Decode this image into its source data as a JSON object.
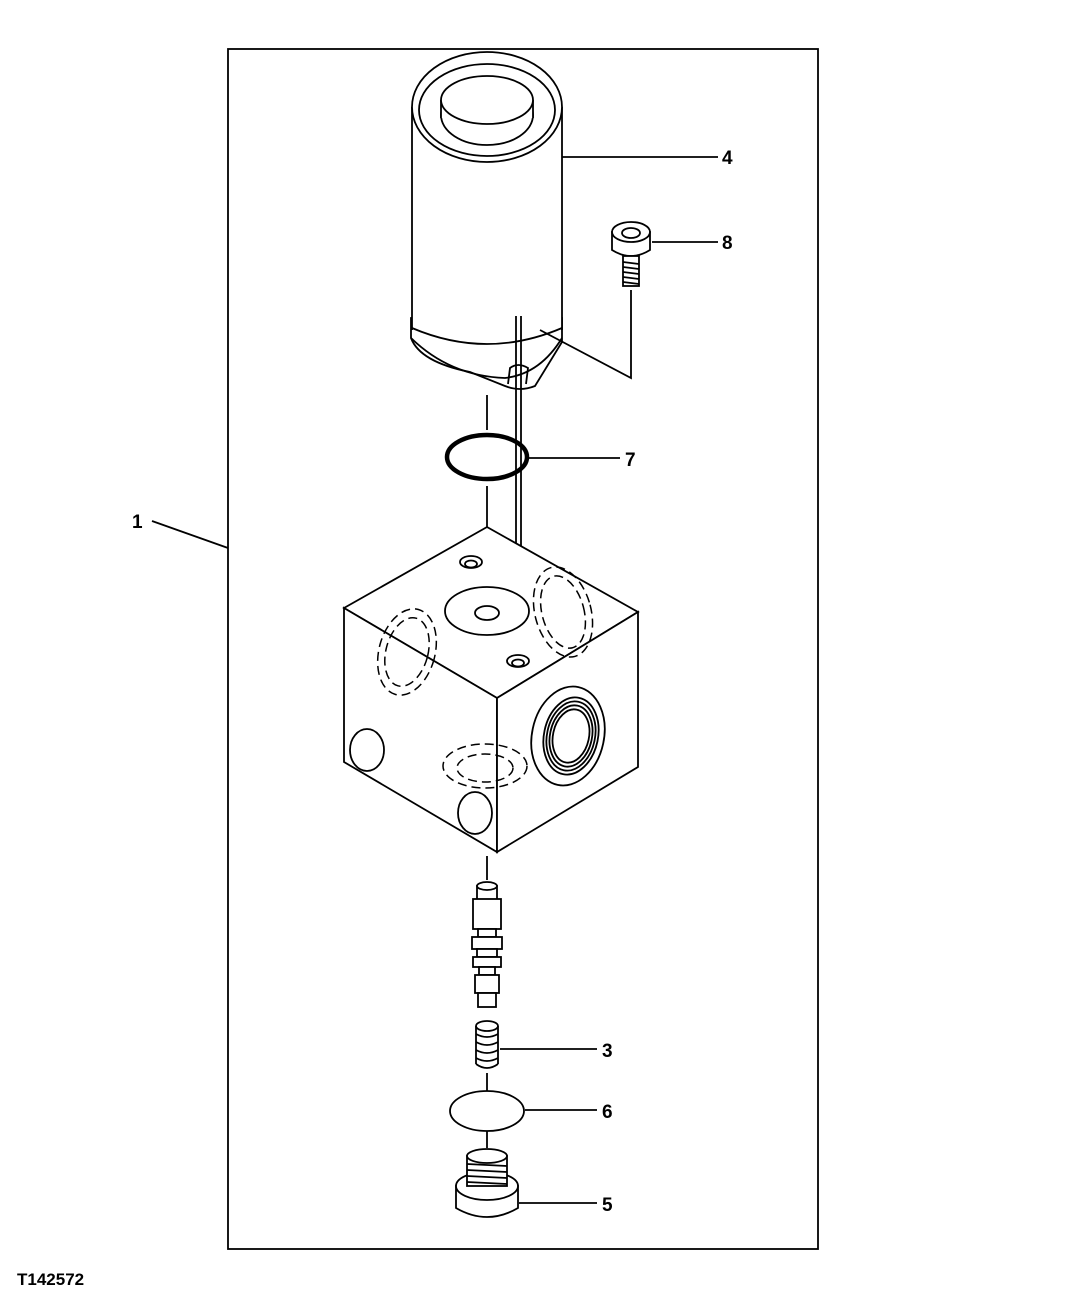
{
  "callouts": {
    "c1": "1",
    "c3": "3",
    "c4": "4",
    "c5": "5",
    "c6": "6",
    "c7": "7",
    "c8": "8"
  },
  "figure_id": "T142572"
}
